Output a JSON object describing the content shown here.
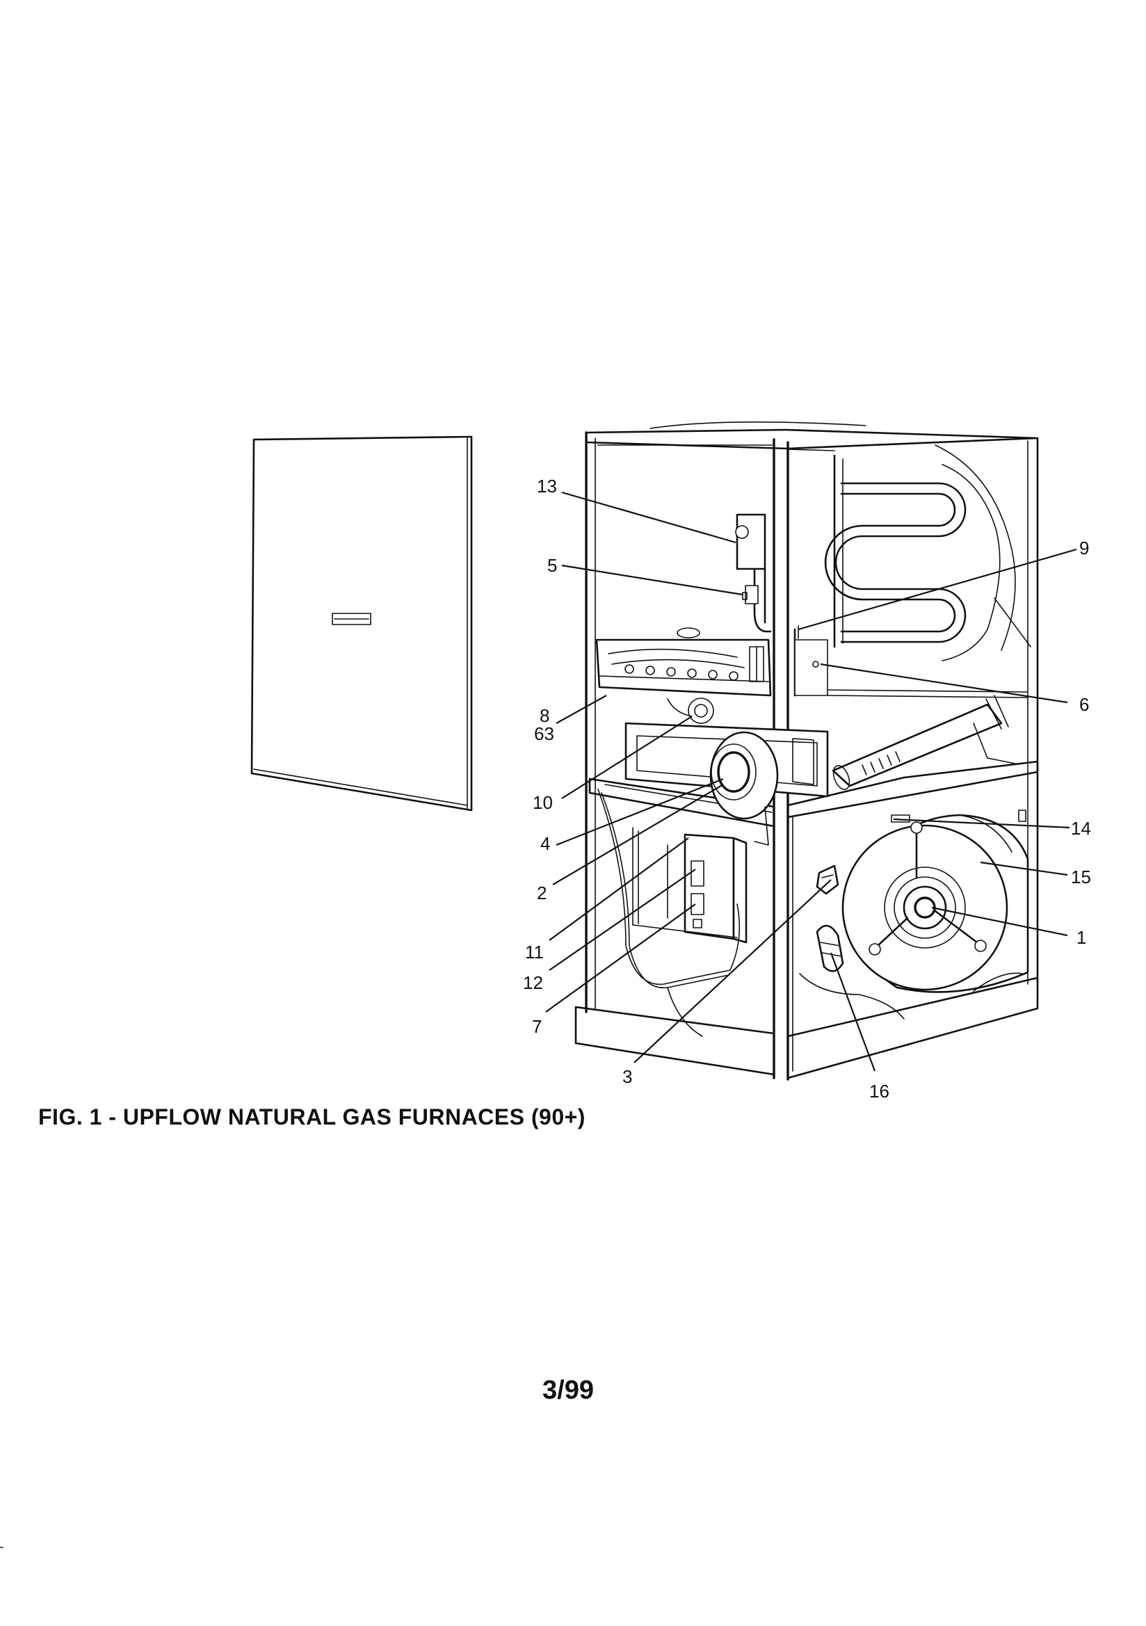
{
  "caption": "FIG. 1 - UPFLOW NATURAL GAS FURNACES (90+)",
  "page_number": "3/99",
  "callouts": {
    "c1": "1",
    "c2": "2",
    "c3": "3",
    "c4": "4",
    "c5": "5",
    "c6": "6",
    "c7": "7",
    "c8": "8",
    "c63": "63",
    "c9": "9",
    "c10": "10",
    "c11": "11",
    "c12": "12",
    "c13": "13",
    "c14": "14",
    "c15": "15",
    "c16": "16"
  }
}
